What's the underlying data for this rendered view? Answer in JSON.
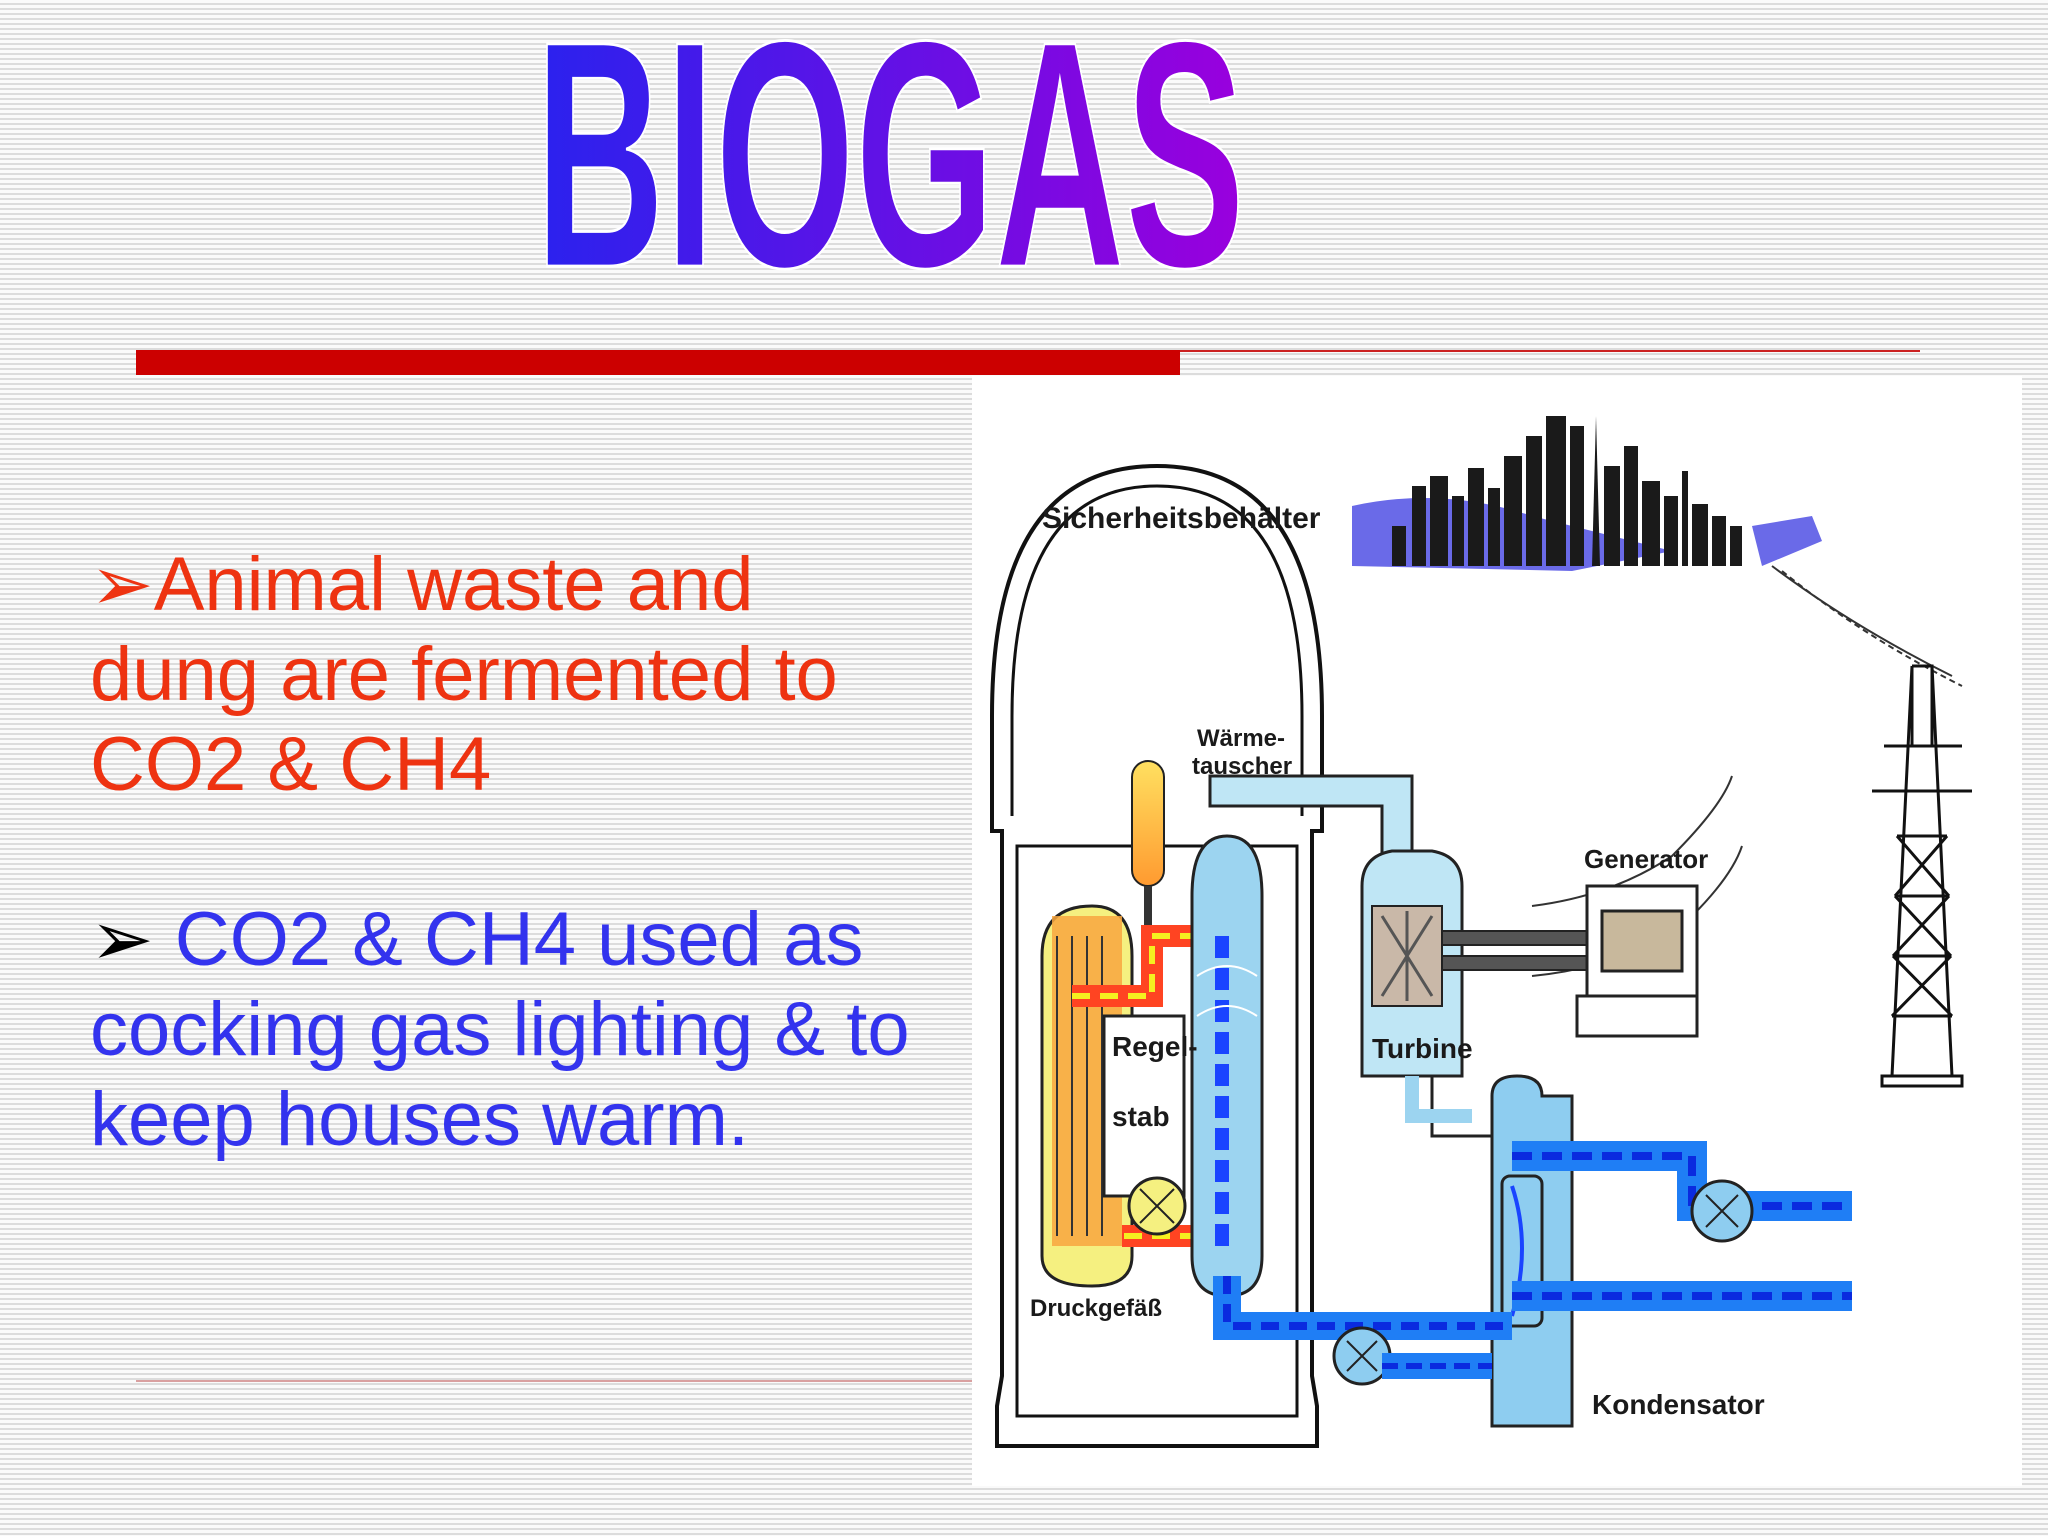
{
  "title": "BIOGAS",
  "bullets": [
    {
      "arrow": "➢",
      "text": "Animal waste and dung are fermented to CO2 & CH4",
      "color": "#ee3311"
    },
    {
      "arrow": "➢",
      "text": " CO2 & CH4 used as cocking gas lighting & to keep houses warm.",
      "color": "#3333ee"
    }
  ],
  "diagram": {
    "labels": {
      "containment": "Sicherheitsbehälter",
      "heat_exchanger_1": "Wärme-",
      "heat_exchanger_2": "tauscher",
      "generator": "Generator",
      "control_rod_1": "Regel-",
      "control_rod_2": "stab",
      "turbine": "Turbine",
      "pressure_vessel": "Druckgefäß",
      "condenser": "Kondensator"
    }
  },
  "colors": {
    "title_top": "#3322ee",
    "title_bottom": "#8800dd",
    "accent_red": "#cc0000",
    "text_red": "#ee3311",
    "text_blue": "#3333ee"
  }
}
